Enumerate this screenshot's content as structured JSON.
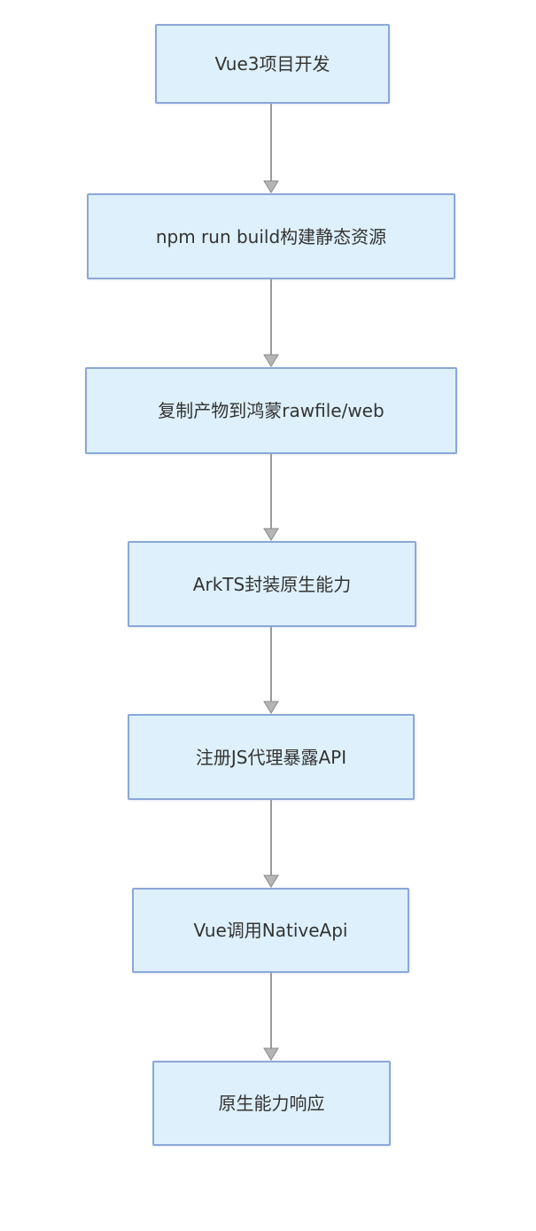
{
  "diagram": {
    "type": "flowchart",
    "direction": "top-down",
    "steps": [
      {
        "label": "Vue3项目开发"
      },
      {
        "label": "npm run build构建静态资源"
      },
      {
        "label": "复制产物到鸿蒙rawfile/web"
      },
      {
        "label": "ArkTS封装原生能力"
      },
      {
        "label": "注册JS代理暴露API"
      },
      {
        "label": "Vue调用NativeApi"
      },
      {
        "label": "原生能力响应"
      }
    ],
    "connections": [
      {
        "from": 1,
        "to": 2
      },
      {
        "from": 2,
        "to": 3
      },
      {
        "from": 3,
        "to": 4
      },
      {
        "from": 4,
        "to": 5
      },
      {
        "from": 5,
        "to": 6
      },
      {
        "from": 6,
        "to": 7
      }
    ],
    "colors": {
      "node_fill": "#ddf0fb",
      "node_border": "#8ba7d7",
      "arrow_line": "#9b9b9b",
      "arrow_head_fill": "#b5b5b5",
      "arrow_head_stroke": "#8a8a8a",
      "text": "#333333",
      "background": "#ffffff"
    }
  }
}
